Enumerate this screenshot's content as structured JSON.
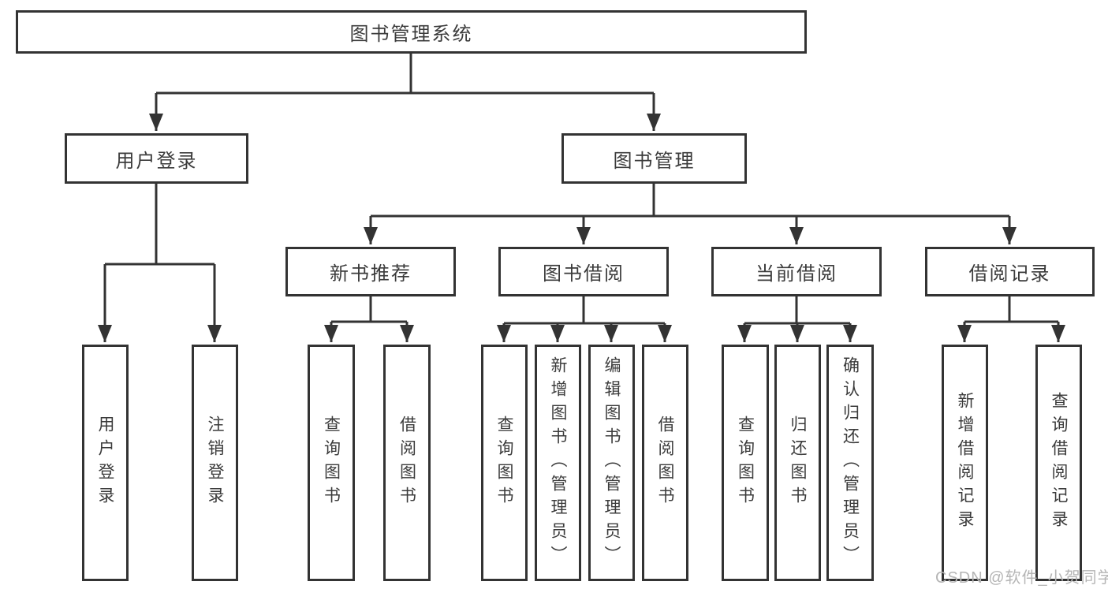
{
  "nodes": {
    "root": "图书管理系统",
    "branches": [
      {
        "label": "用户登录",
        "children": [
          "用户登录",
          "注销登录"
        ]
      },
      {
        "label": "图书管理",
        "groups": [
          {
            "label": "新书推荐",
            "children": [
              "查询图书",
              "借阅图书"
            ]
          },
          {
            "label": "图书借阅",
            "children": [
              "查询图书",
              "新增图书（管理员）",
              "编辑图书（管理员）",
              "借阅图书"
            ]
          },
          {
            "label": "当前借阅",
            "children": [
              "查询图书",
              "归还图书",
              "确认归还（管理员）"
            ]
          },
          {
            "label": "借阅记录",
            "children": [
              "新增借阅记录",
              "查询借阅记录"
            ]
          }
        ]
      }
    ]
  },
  "watermark": "CSDN @软件_小贺同学",
  "colors": {
    "line": "#333333",
    "text": "#3b3b3b",
    "watermark": "#b5b5b5",
    "background": "#ffffff"
  }
}
